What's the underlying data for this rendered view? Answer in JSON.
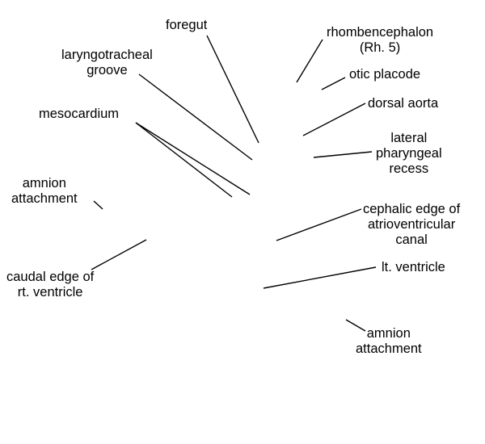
{
  "labels": {
    "foregut": "foregut",
    "rhombencephalon": "rhombencephalon\n(Rh. 5)",
    "laryngotracheal_groove": "laryngotracheal\ngroove",
    "otic_placode": "otic placode",
    "dorsal_aorta": "dorsal aorta",
    "mesocardium": "mesocardium",
    "lateral_pharyngeal_recess": "lateral\npharyngeal\nrecess",
    "amnion_attachment_left": "amnion\nattachment",
    "cephalic_edge": "cephalic edge of\natrioventricular\ncanal",
    "lt_ventricle": "lt. ventricle",
    "caudal_edge": "caudal edge of\nrt. ventricle",
    "amnion_attachment_right": "amnion\nattachment"
  },
  "colors": {
    "text": "#000000",
    "line": "#000000",
    "background": "#ffffff"
  }
}
